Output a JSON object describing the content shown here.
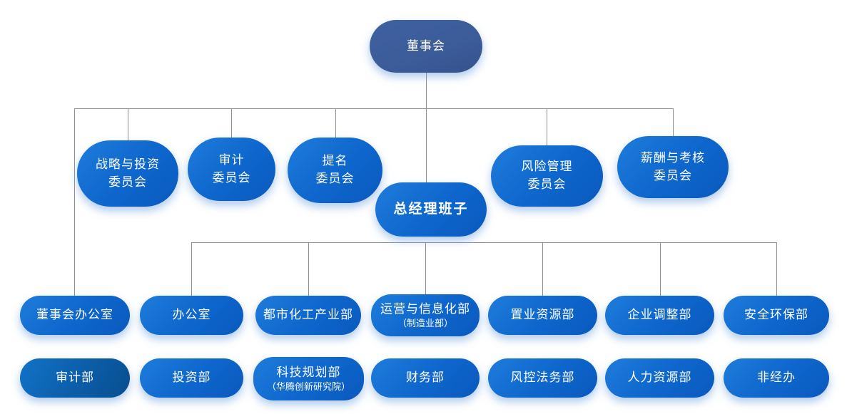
{
  "diagram": {
    "type": "org-chart",
    "nodes": {
      "board": {
        "label": "董事会"
      },
      "committees": [
        {
          "label": "战略与投资\n委员会"
        },
        {
          "label": "审计\n委员会"
        },
        {
          "label": "提名\n委员会"
        },
        {
          "label": "风险管理\n委员会"
        },
        {
          "label": "薪酬与考核\n委员会"
        }
      ],
      "gm": {
        "label": "总经理班子"
      },
      "row1": [
        {
          "label": "董事会办公室"
        },
        {
          "label": "办公室"
        },
        {
          "label": "都市化工产业部"
        },
        {
          "label": "运营与信息化部",
          "sublabel": "（制造业部）"
        },
        {
          "label": "置业资源部"
        },
        {
          "label": "企业调整部"
        },
        {
          "label": "安全环保部"
        }
      ],
      "row2": [
        {
          "label": "审计部"
        },
        {
          "label": "投资部"
        },
        {
          "label": "科技规划部",
          "sublabel": "（华腾创新研究院）"
        },
        {
          "label": "财务部"
        },
        {
          "label": "风控法务部"
        },
        {
          "label": "人力资源部"
        },
        {
          "label": "非经办"
        }
      ]
    },
    "colors": {
      "board_box": "#3b5b99",
      "node_gradient_start": "#1e7cdb",
      "node_gradient_end": "#0a59bd",
      "audit_dept_gradient_start": "#1173c8",
      "audit_dept_gradient_end": "#084e90",
      "text": "#ffffff",
      "connector_line": "#8f8f8f",
      "background": "#ffffff"
    }
  }
}
